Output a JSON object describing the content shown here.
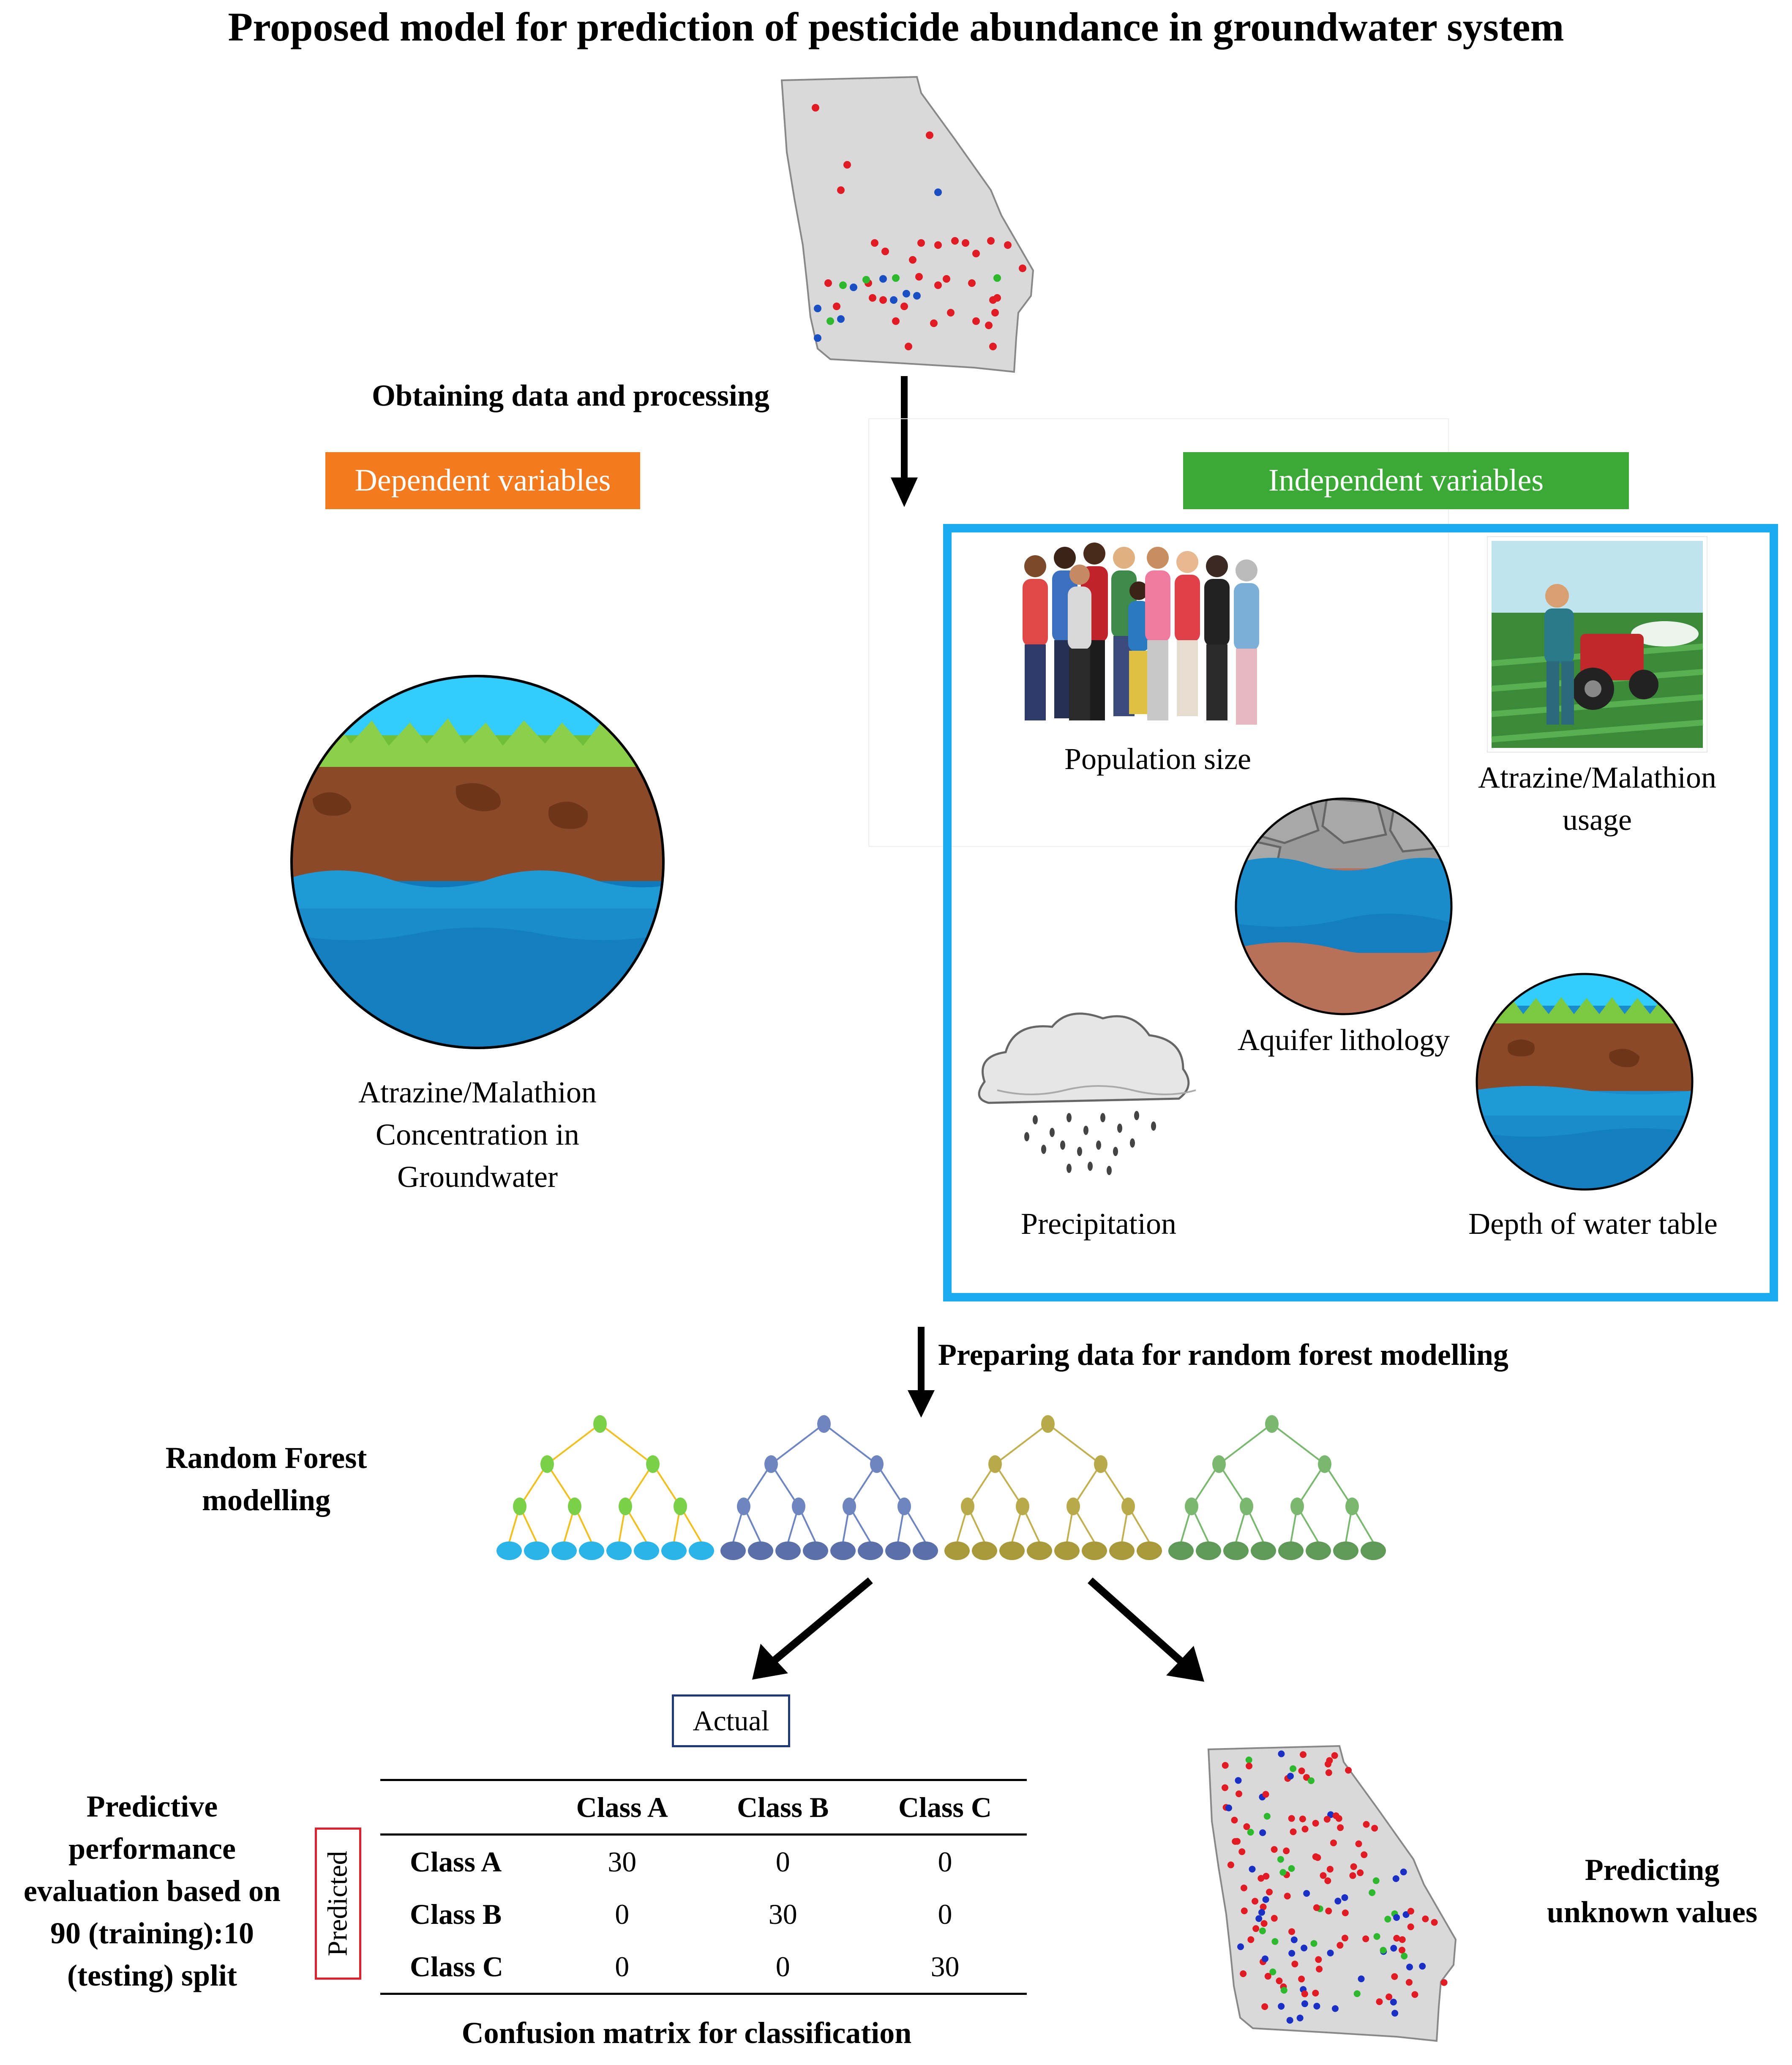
{
  "title": "Proposed model for prediction of pesticide abundance in groundwater system",
  "step1": "Obtaining data and processing",
  "dependent": {
    "badge": "Dependent variables",
    "badge_color": "#f47a20",
    "caption": [
      "Atrazine/Malathion",
      "Concentration in",
      "Groundwater"
    ]
  },
  "independent": {
    "badge": "Independent variables",
    "badge_color": "#3aa935",
    "box_color": "#1aaaf0",
    "items": {
      "population": "Population size",
      "usage": [
        "Atrazine/Malathion",
        "usage"
      ],
      "aquifer": "Aquifer lithology",
      "precipitation": "Precipitation",
      "depth": "Depth of water table"
    }
  },
  "step2": "Preparing data for random forest modelling",
  "rf_label": [
    "Random Forest",
    "modelling"
  ],
  "rf_tree_colors": [
    "#2ab4e8",
    "#5b6fa8",
    "#a89a3a",
    "#5f9a58"
  ],
  "evaluation_label": [
    "Predictive",
    "performance",
    "evaluation based on",
    "90 (training):10",
    "(testing) split"
  ],
  "confusion": {
    "actual_label": "Actual",
    "predicted_label": "Predicted",
    "columns": [
      "Class A",
      "Class B",
      "Class C"
    ],
    "rows": [
      {
        "label": "Class A",
        "values": [
          "30",
          "0",
          "0"
        ]
      },
      {
        "label": "Class B",
        "values": [
          "0",
          "30",
          "0"
        ]
      },
      {
        "label": "Class C",
        "values": [
          "0",
          "0",
          "30"
        ]
      }
    ],
    "caption": "Confusion matrix for classification"
  },
  "predicting_label": [
    "Predicting",
    "unknown values"
  ]
}
